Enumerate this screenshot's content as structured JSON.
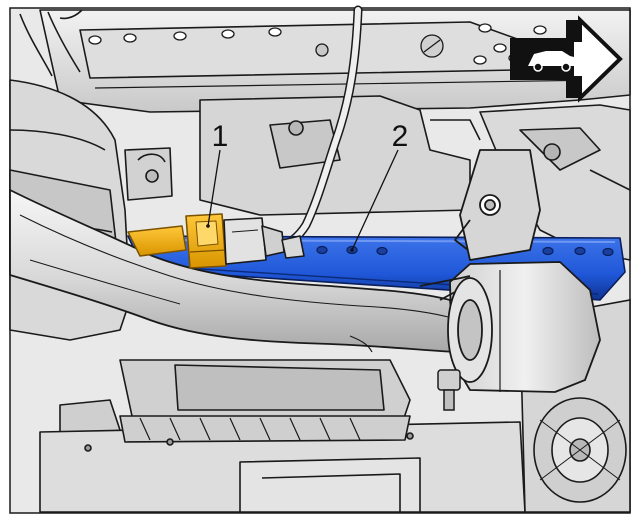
{
  "callouts": [
    {
      "id": "1",
      "label": "1"
    },
    {
      "id": "2",
      "label": "2"
    }
  ],
  "icons": {
    "direction": "vehicle-front-arrow-icon"
  },
  "colors": {
    "background": "#ffffff",
    "line_art": "#1a1a1a",
    "part_fill": "#e6e6e6",
    "part_shadow": "#c2c2c2",
    "highlight_blue": "#1f57d8",
    "highlight_blue_dark": "#103a9c",
    "highlight_orange": "#f4b000",
    "highlight_orange_dark": "#c98a00"
  }
}
